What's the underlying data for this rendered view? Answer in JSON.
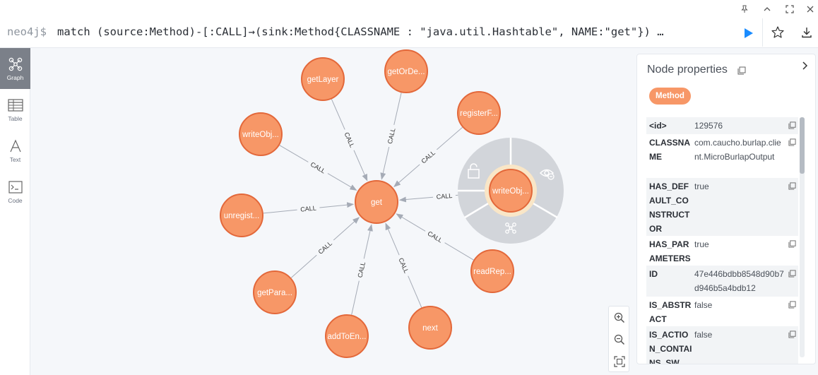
{
  "app": {
    "prompt": "neo4j$",
    "query": "match (source:Method)-[:CALL]→(sink:Method{CLASSNAME : \"java.util.Hashtable\", NAME:\"get\"}) …"
  },
  "sidebar": {
    "items": [
      {
        "label": "Graph",
        "icon": "graph-icon",
        "active": true
      },
      {
        "label": "Table",
        "icon": "table-icon",
        "active": false
      },
      {
        "label": "Text",
        "icon": "text-icon",
        "active": false
      },
      {
        "label": "Code",
        "icon": "code-icon",
        "active": false
      }
    ]
  },
  "graph": {
    "relationship_label": "CALL",
    "node_color": "#f79767",
    "node_stroke": "#e3683a",
    "center": {
      "caption": "get"
    },
    "nodes": [
      {
        "caption": "getLayer"
      },
      {
        "caption": "getOrDe..."
      },
      {
        "caption": "registerF..."
      },
      {
        "caption": "writeObj...",
        "selected": true
      },
      {
        "caption": "readRep..."
      },
      {
        "caption": "next"
      },
      {
        "caption": "addToEn..."
      },
      {
        "caption": "getPara..."
      },
      {
        "caption": "unregist..."
      },
      {
        "caption": "writeObj..."
      }
    ]
  },
  "props": {
    "title": "Node properties",
    "label": "Method",
    "rows": [
      {
        "key": "<id>",
        "value": "129576"
      },
      {
        "key": "CLASSNAME",
        "value": "com.caucho.burlap.client.MicroBurlapOutput"
      },
      {
        "key": "HAS_DEFAULT_CONSTRUCTOR",
        "value": "true"
      },
      {
        "key": "HAS_PARAMETERS",
        "value": "true"
      },
      {
        "key": "ID",
        "value": "47e446bdbb8548d90b7d946b5a4bdb12"
      },
      {
        "key": "IS_ABSTRACT",
        "value": "false"
      },
      {
        "key": "IS_ACTION_CONTAINS_SW",
        "value": "false"
      }
    ]
  }
}
